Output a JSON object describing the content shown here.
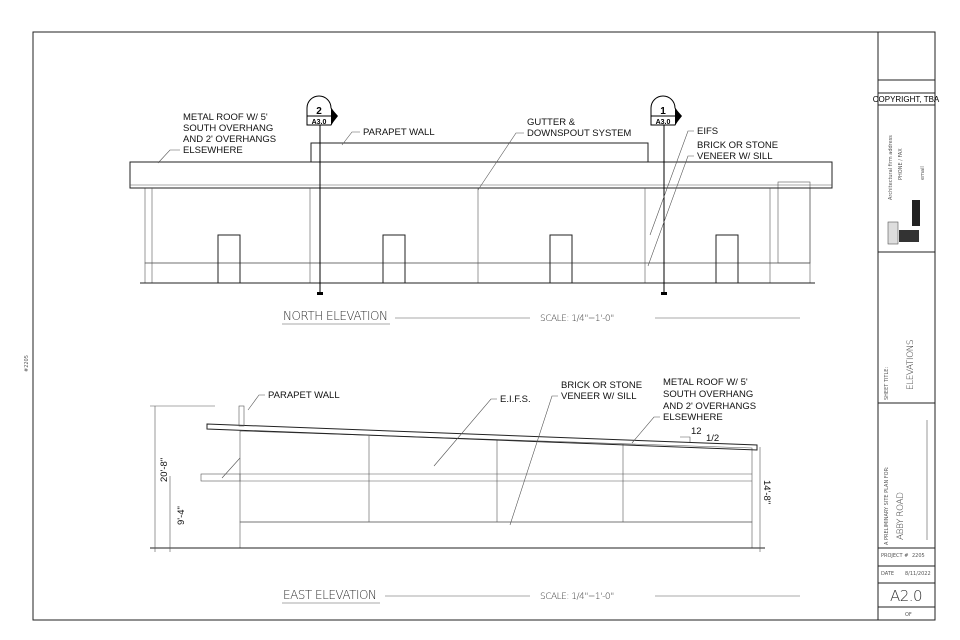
{
  "side_note": "#2205",
  "title_block": {
    "copyright": "COPYRIGHT, TBA",
    "firm_lines": [
      "Architectural firm address",
      "PHONE / FAX",
      "email"
    ],
    "sheet_title_label": "SHEET TITLE:",
    "sheet_title": "ELEVATIONS",
    "project_prefix": "A PRELIMINARY SITE PLAN FOR:",
    "project_name": "ABBY ROAD",
    "project_no_label": "PROJECT #",
    "project_no": "2205",
    "date_label": "DATE",
    "date": "8/11/2022",
    "sheet_no": "A2.0",
    "of_label": "OF"
  },
  "north": {
    "title": "NORTH ELEVATION",
    "scale": "SCALE: 1/4\"=1'-0\"",
    "markers": [
      {
        "num": "2",
        "sheet": "A3.0"
      },
      {
        "num": "1",
        "sheet": "A3.0"
      }
    ],
    "notes": {
      "roof": [
        "METAL ROOF W/ 5'",
        "SOUTH OVERHANG",
        "AND 2'  OVERHANGS",
        "ELSEWHERE"
      ],
      "parapet": "PARAPET WALL",
      "gutter": [
        "GUTTER &",
        "DOWNSPOUT SYSTEM"
      ],
      "eifs": "EIFS",
      "brick": [
        "BRICK OR STONE",
        "VENEER W/ SILL"
      ]
    }
  },
  "east": {
    "title": "EAST ELEVATION",
    "scale": "SCALE: 1/4\"=1'-0\"",
    "notes": {
      "parapet": "PARAPET WALL",
      "eifs": "E.I.F.S.",
      "brick": [
        "BRICK OR STONE",
        "VENEER W/ SILL"
      ],
      "roof": [
        "METAL ROOF W/ 5'",
        "SOUTH OVERHANG",
        "AND 2'  OVERHANGS",
        "ELSEWHERE"
      ]
    },
    "slope": {
      "run": "12",
      "rise": "1/2"
    },
    "dims": {
      "overall": "20'-8\"",
      "canopy": "9'-4\"",
      "low": "14'-8\""
    }
  }
}
